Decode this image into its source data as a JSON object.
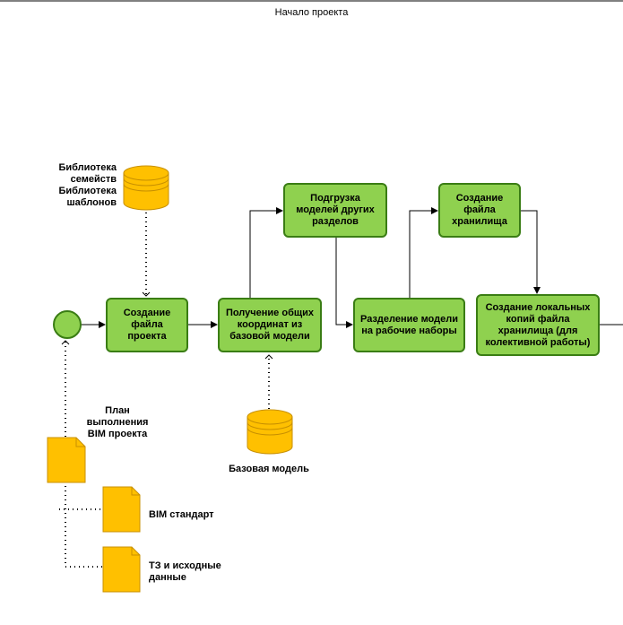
{
  "pool": {
    "title": "Начало проекта"
  },
  "tasks": {
    "create_file": "Создание файла проекта",
    "get_coords": "Получение общих координат из базовой модели",
    "load_models": "Подгрузка моделей других разделов",
    "split_model": "Разделение модели на рабочие наборы",
    "create_storage": "Создание файла хранилища",
    "local_copies": "Создание локальных копий файла хранилища (для колективной работы)"
  },
  "data_stores": {
    "library": "Библиотека семейств Библиотека шаблонов",
    "base_model": "Базовая модель"
  },
  "documents": {
    "bim_plan": "План выполнения BIM проекта",
    "bim_standard": "BIM стандарт",
    "tz": "ТЗ и исходные данные"
  },
  "colors": {
    "task_fill": "#8fd14f",
    "task_border": "#3a7d14",
    "store_fill": "#ffc000",
    "store_border": "#c89000",
    "start_fill": "#8fd14f"
  }
}
